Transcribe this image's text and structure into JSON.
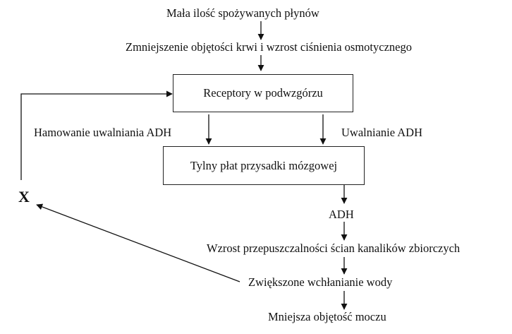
{
  "diagram": {
    "n1": "Mała ilość spożywanych płynów",
    "n2": "Zmniejszenie objętości krwi i wzrost ciśnienia osmotycznego",
    "box_receptors": "Receptory w podwzgórzu",
    "label_inhibit": "Hamowanie uwalniania ADH",
    "label_release": "Uwalnianie ADH",
    "box_pituitary": "Tylny płat przysadki mózgowej",
    "n_adh": "ADH",
    "n_permeability": "Wzrost przepuszczalności ścian kanalików zbiorczych",
    "n_absorption": "Zwiększone wchłanianie wody",
    "n_urine": "Mniejsza objętość moczu",
    "x_label": "X"
  }
}
